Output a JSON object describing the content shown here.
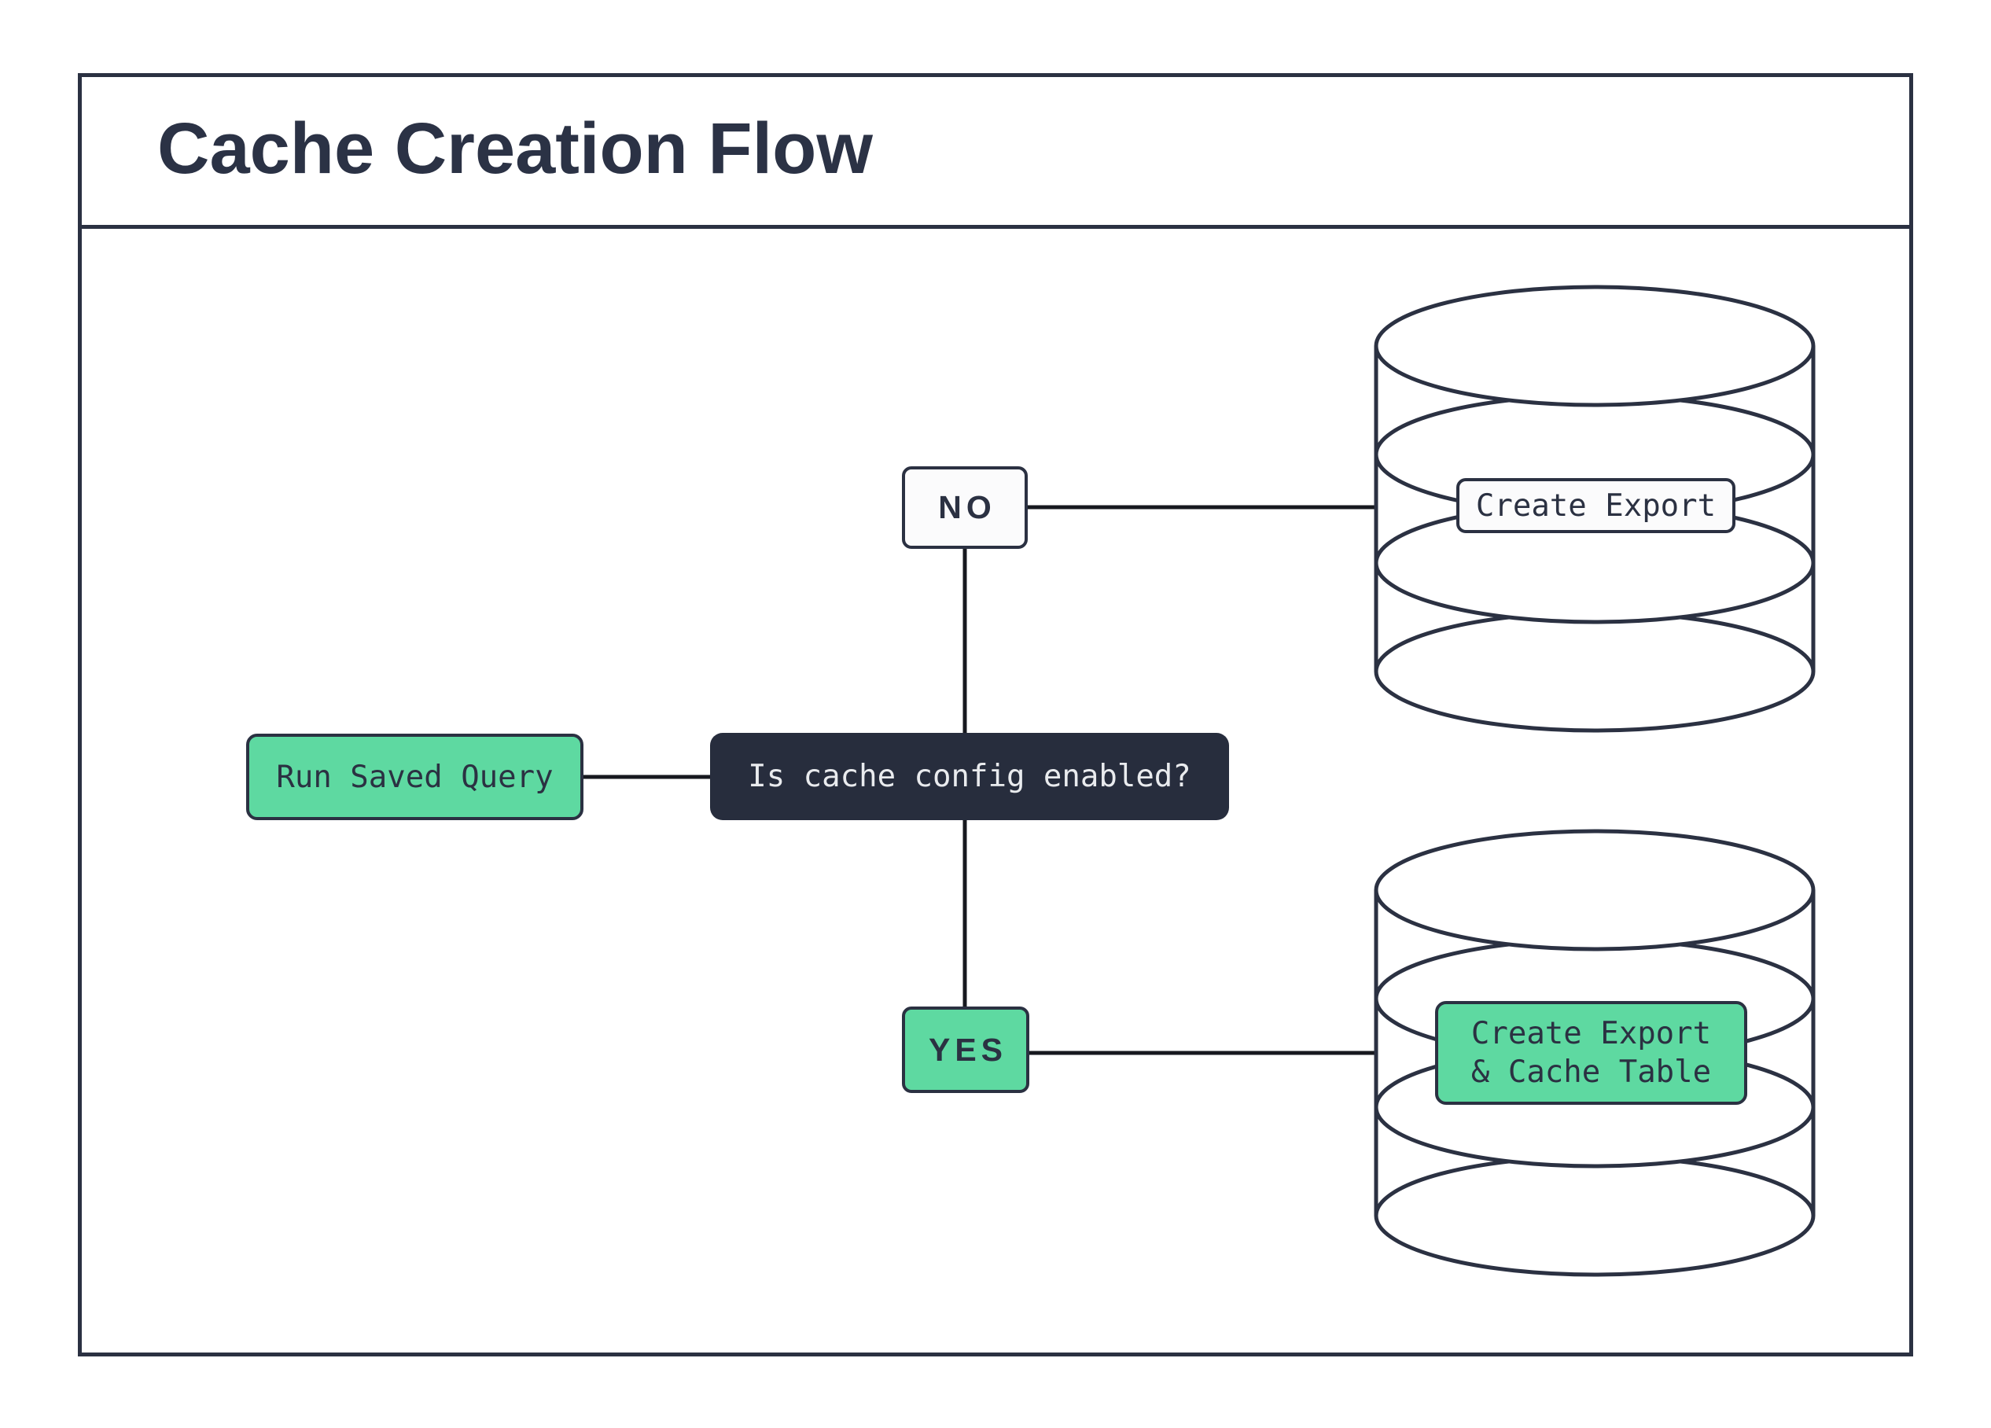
{
  "title": "Cache Creation Flow",
  "colors": {
    "accent_green": "#5ed9a1",
    "ink": "#2b3142",
    "ink_title": "#2b3245",
    "dark_fill": "#272d3d",
    "light_text": "#e9ebee",
    "edge_line": "#17191f",
    "paper": "#ffffff",
    "near_white": "#fbfbfc"
  },
  "nodes": {
    "run_saved_query": {
      "label": "Run Saved Query"
    },
    "decision": {
      "label": "Is cache config enabled?"
    },
    "no_branch": {
      "label": "NO"
    },
    "yes_branch": {
      "label": "YES"
    },
    "create_export": {
      "label": "Create Export"
    },
    "create_export_cache": {
      "label_line1": "Create Export",
      "label_line2": "& Cache Table"
    }
  }
}
